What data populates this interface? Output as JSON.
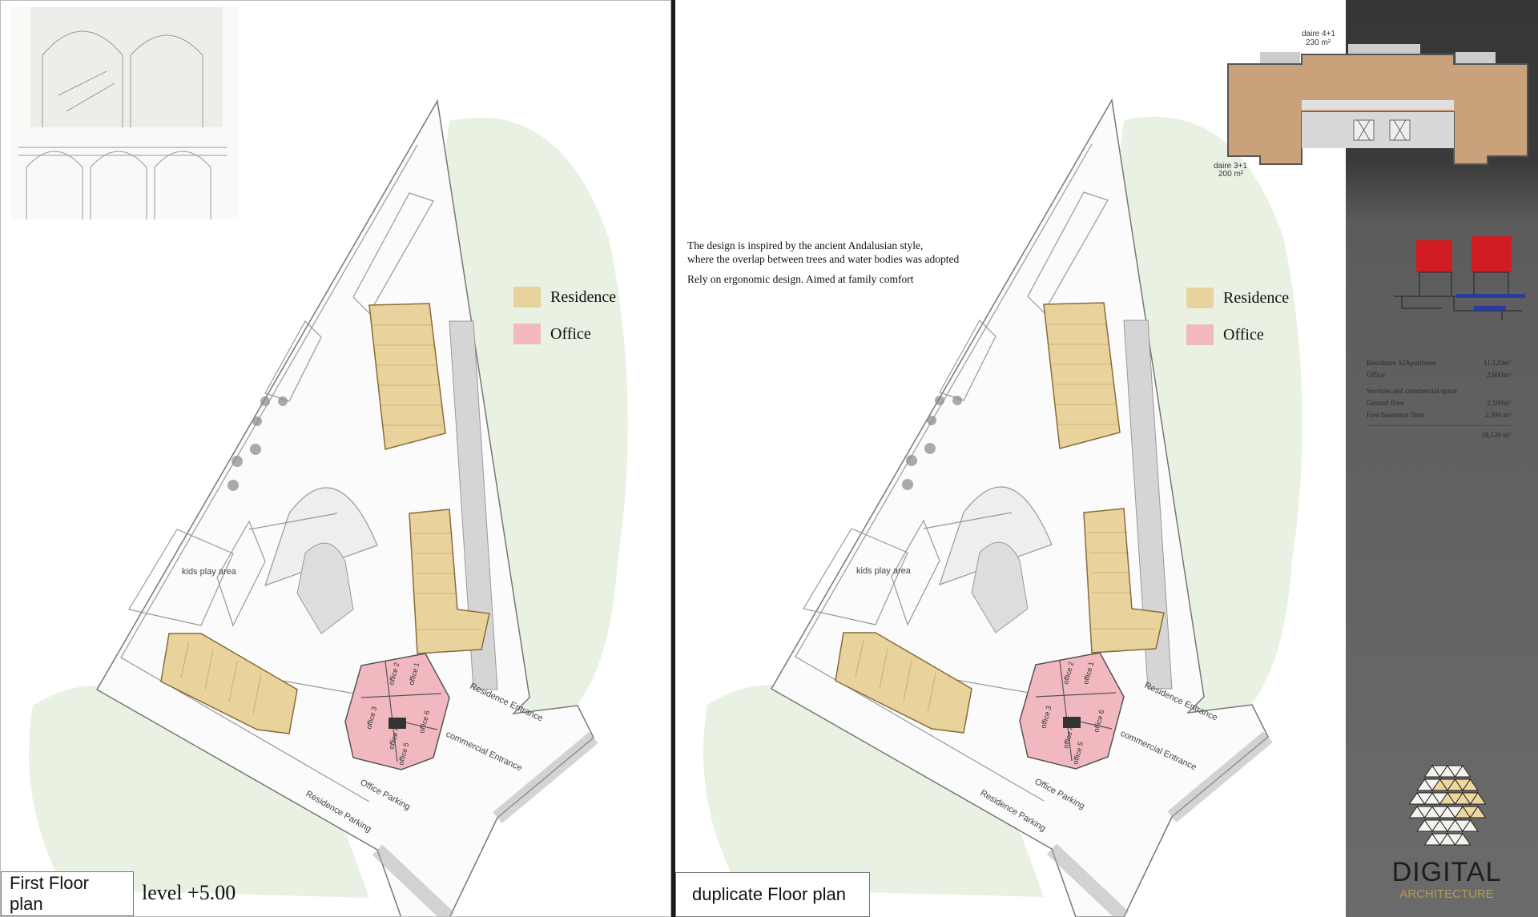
{
  "left_panel": {
    "caption": "First Floor plan",
    "level": "level +5.00",
    "legend": [
      {
        "label": "Residence",
        "color": "#e8d39c"
      },
      {
        "label": "Office",
        "color": "#f1b9bf"
      }
    ]
  },
  "right_panel": {
    "caption": "duplicate Floor plan",
    "legend": [
      {
        "label": "Residence",
        "color": "#e8d39c"
      },
      {
        "label": "Office",
        "color": "#f1b9bf"
      }
    ],
    "description": [
      "The design is inspired by the ancient Andalusian style,",
      "where the overlap between trees and water bodies was adopted",
      "Rely on ergonomic design. Aimed at family comfort"
    ]
  },
  "site_labels": {
    "kids_play": "kids play area",
    "offices": [
      "office 1",
      "office 2",
      "office 3",
      "office 4",
      "office 5",
      "office 6"
    ],
    "residence_entrance": "Residence Entrance",
    "commercial_entrance": "commercial Entrance",
    "office_parking": "Office Parking",
    "residence_parking": "Residence Parking"
  },
  "sidebar": {
    "apartment_a": {
      "type": "daire 4+1",
      "area": "230 m²"
    },
    "apartment_b": {
      "type": "daire 3+1",
      "area": "200 m²"
    },
    "areas": [
      {
        "label": "Residence   52Apartment",
        "value": "11,120m²"
      },
      {
        "label": "Office",
        "value": "2,600m²"
      },
      {
        "label": "Services and commercial space",
        "value": ""
      },
      {
        "label": "Ground floor",
        "value": "2,100m²"
      },
      {
        "label": "First basement floor",
        "value": "2,300 m²"
      }
    ],
    "total": "18,120 m²",
    "logo_title": "DIGITAL",
    "logo_subtitle": "ARCHITECTURE"
  },
  "colors": {
    "residence": "#e8d39c",
    "office": "#f1b9bf",
    "accent_red": "#d01c22",
    "logo_gold": "#b8994e"
  }
}
